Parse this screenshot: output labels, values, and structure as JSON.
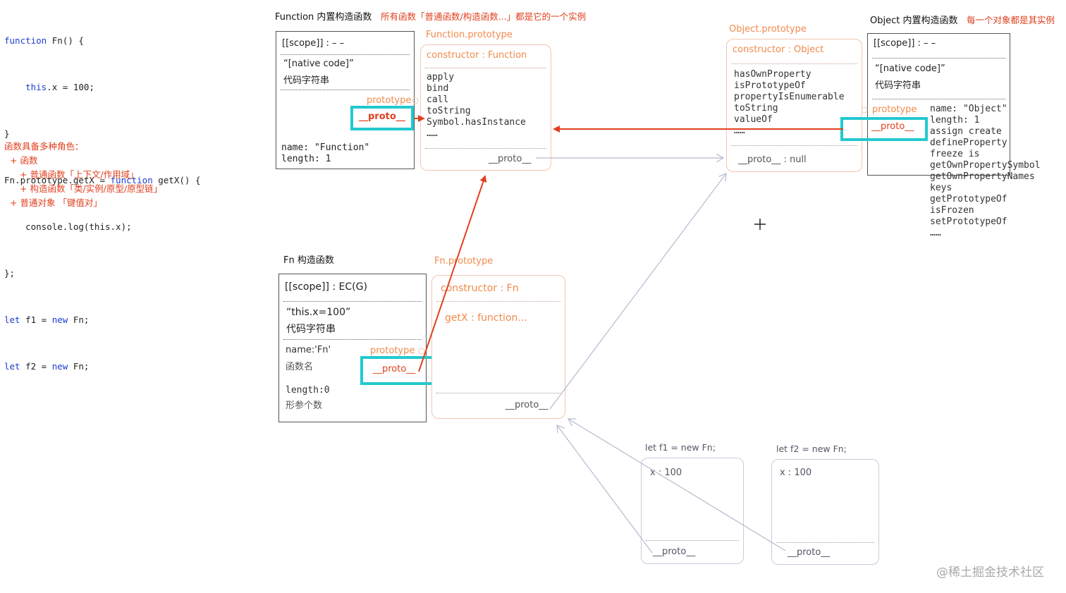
{
  "code": {
    "l1a": "function",
    "l1b": " Fn() {",
    "l2a": "    this",
    "l2b": ".x = 100;",
    "l3": "}",
    "l4a": "Fn.prototype.getX = ",
    "l4b": "function",
    "l4c": " getX() {",
    "l5": "    console.log(this.x);",
    "l6": "};",
    "l7a": "let",
    "l7b": " f1 = ",
    "l7c": "new",
    "l7d": " Fn;",
    "l8a": "let",
    "l8b": " f2 = ",
    "l8c": "new",
    "l8d": " Fn;"
  },
  "roles": {
    "title": "函数具备多种角色：",
    "items": [
      "+ 函数",
      "+ 普通函数「上下文/作用域」",
      "+ 构造函数「类/实例/原型/原型链」",
      "+ 普通对象 「键值对」"
    ]
  },
  "function_ctor": {
    "title": "Function 内置构造函数",
    "note": "所有函数「普通函数/构造函数...」都是它的一个实例",
    "scope": "[[scope]] : – –",
    "native1": "“[native code]”",
    "native2": "代码字符串",
    "prototype": "prototype",
    "proto": "__proto__",
    "name": "name: \"Function\"",
    "length": "length: 1"
  },
  "function_prototype": {
    "title": "Function.prototype",
    "constructor": "constructor : Function",
    "methods": [
      "apply",
      "bind",
      "call",
      "toString",
      "Symbol.hasInstance"
    ],
    "more": "……",
    "proto": "__proto__"
  },
  "object_prototype": {
    "title": "Object.prototype",
    "constructor": "constructor :   Object",
    "methods": [
      "hasOwnProperty",
      "isPrototypeOf",
      "propertyIsEnumerable",
      "toString",
      "valueOf"
    ],
    "more": "……",
    "proto": "__proto__ : null"
  },
  "object_ctor": {
    "title": "Object 内置构造函数",
    "note": "每一个对象都是其实例",
    "scope": "[[scope]] : – –",
    "native1": "“[native code]”",
    "native2": "代码字符串",
    "prototype": "prototype",
    "proto": "__proto__",
    "props": [
      "name: \"Object\"",
      "length: 1",
      "assign create",
      "defineProperty",
      "freeze  is",
      "getOwnPropertySymbol",
      "getOwnPropertyNames",
      "keys",
      "getPrototypeOf",
      "isFrozen",
      "setPrototypeOf"
    ],
    "more": "……"
  },
  "fn_ctor": {
    "title": "Fn 构造函数",
    "scope": "[[scope]] : EC(G)",
    "code1": "“this.x=100”",
    "code2": "代码字符串",
    "name": "name:'Fn'",
    "name_desc": "函数名",
    "prototype": "prototype",
    "proto": "__proto__",
    "length": "length:0",
    "length_desc": "形参个数"
  },
  "fn_prototype": {
    "title": "Fn.prototype",
    "constructor": "constructor : Fn",
    "getx": "getX : function...",
    "proto": "__proto__"
  },
  "f1": {
    "title": "let f1 = new Fn;",
    "x": "x : 100",
    "proto": "__proto__"
  },
  "f2": {
    "title": "let f2 = new Fn;",
    "x": "x : 100",
    "proto": "__proto__"
  },
  "watermark": "@稀土掘金技术社区",
  "colors": {
    "accent": "#e0401f",
    "highlight": "#22c9cf",
    "orange": "#f08a4b"
  }
}
